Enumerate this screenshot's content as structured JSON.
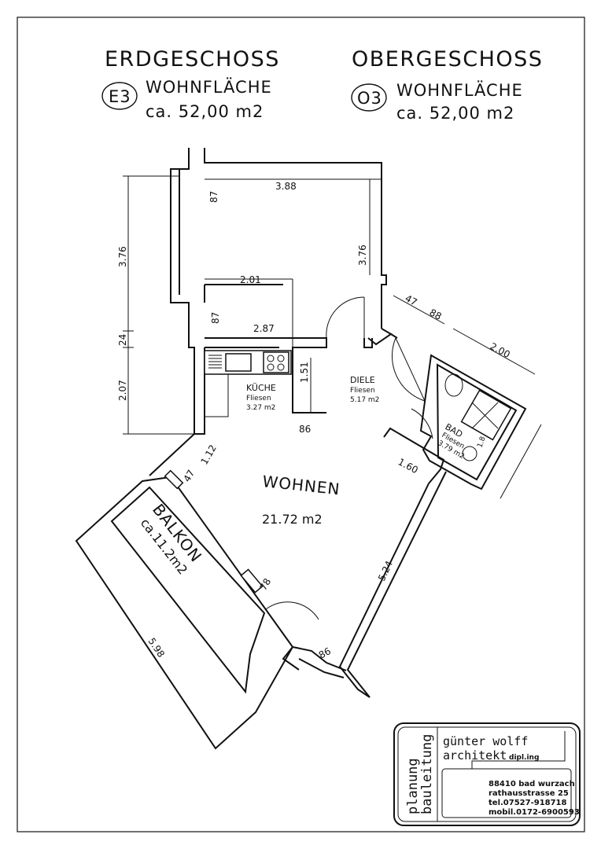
{
  "header": {
    "left": {
      "floor": "ERDGESCHOSS",
      "unit": "E3",
      "label": "WOHNFLÄCHE",
      "area": "ca.  52,00  m2"
    },
    "right": {
      "floor": "OBERGESCHOSS",
      "unit": "O3",
      "label": "WOHNFLÄCHE",
      "area": "ca.  52,00  m2"
    }
  },
  "rooms": {
    "kueche": {
      "name": "KÜCHE",
      "finish": "Fliesen",
      "area": "3.27 m2"
    },
    "diele": {
      "name": "DIELE",
      "finish": "Fliesen",
      "area": "5.17 m2"
    },
    "bad": {
      "name": "BAD",
      "finish": "Fliesen",
      "area": "3.79 m2"
    },
    "wohnen": {
      "name": "WOHNEN",
      "area": "21.72 m2"
    },
    "balkon": {
      "name": "BALKON",
      "area": "ca.11.2m2"
    }
  },
  "dimensions": {
    "top_width": "3.88",
    "top_niche": "87",
    "left_upper": "3.76",
    "left_mid": "24",
    "left_lower": "2.07",
    "inner_upper": "3.76",
    "inner_width": "2.01",
    "inner_niche": "87",
    "kitchen_width": "2.87",
    "kitchen_depth": "1.51",
    "kitchen_door": "86",
    "hall_47": "47",
    "hall_88": "88",
    "bath_width": "2.00",
    "bath_inner": "1.60",
    "bath_small": "1.8",
    "living_112": "1.12",
    "living_47": "47",
    "living_right": "5.24",
    "balcony_door": "78",
    "balcony_length": "5.98",
    "living_door": "86"
  },
  "stamp": {
    "side_top": "planung",
    "side_bottom": "bauleitung",
    "name": "günter  wolff",
    "title": "architekt",
    "degree": "dipl.ing",
    "lines": [
      "88410 bad  wurzach",
      "rathausstrasse  25",
      "tel.07527-918718",
      "mobil.0172-6900593"
    ]
  }
}
